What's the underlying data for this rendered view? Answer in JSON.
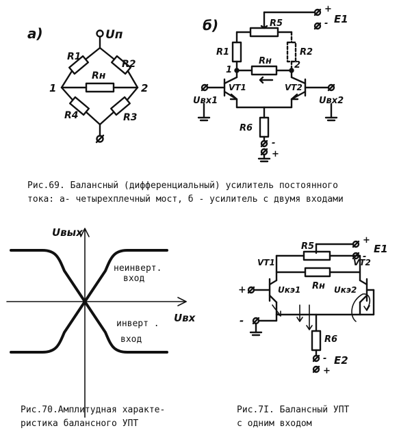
{
  "fig69": {
    "caption_line1": "Рис.69. Балансный (дифференциальный) усилитель постоянного",
    "caption_line2": "тока: а- четырехплечный мост, б - усилитель с двумя входами",
    "part_a": {
      "label": "а)",
      "top_terminal": "Uп",
      "resistors": [
        "R1",
        "R2",
        "Rн",
        "R4",
        "R3"
      ],
      "nodes": [
        "1",
        "2"
      ]
    },
    "part_b": {
      "label": "б)",
      "supply_top": "E1",
      "supply_top_plus": "+",
      "supply_top_minus": "-",
      "resistors": [
        "R5",
        "R1",
        "R2",
        "Rн",
        "R6"
      ],
      "nodes": [
        "1",
        "2"
      ],
      "transistors": [
        "VT1",
        "VT2"
      ],
      "inputs": [
        "Uвх1",
        "Uвх2"
      ],
      "bottom_minus": "-",
      "bottom_plus": "+"
    }
  },
  "fig70": {
    "caption_line1": "Рис.70.Амплитудная характе-",
    "caption_line2": "ристика балансного       УПТ",
    "y_axis_label": "Uвых",
    "x_axis_label": "Uвх",
    "label_noninv_line1": "неинверт.",
    "label_noninv_line2": "вход",
    "label_inv_line1": "инверт .",
    "label_inv_line2": "вход"
  },
  "fig71": {
    "caption_line1": "Рис.7I. Балансный УПТ",
    "caption_line2": "с одним входом",
    "resistors": [
      "R5",
      "Rн",
      "R6"
    ],
    "transistors": [
      "VT1",
      "VT2"
    ],
    "voltages": [
      "Uкэ1",
      "Uкэ2"
    ],
    "supply_1": "E1",
    "supply_2": "E2",
    "plus": "+",
    "minus": "-"
  }
}
